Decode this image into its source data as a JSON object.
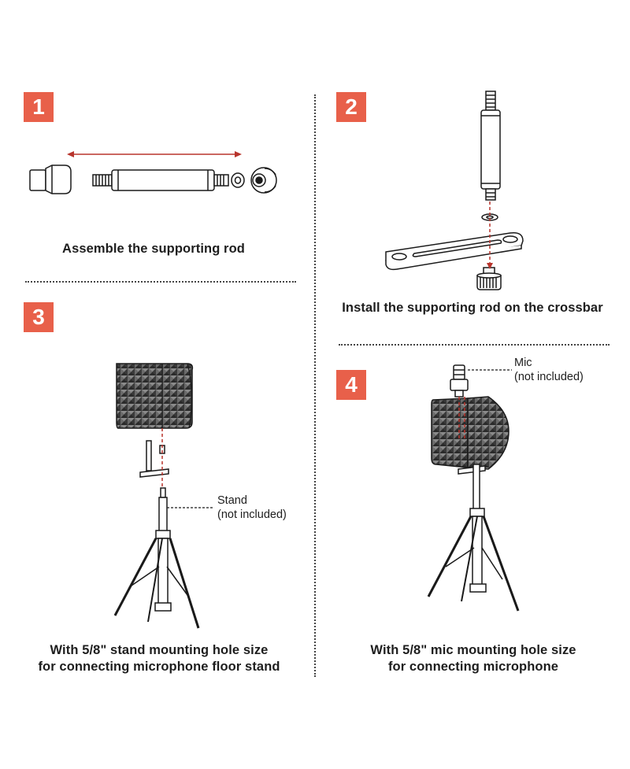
{
  "colors": {
    "accent": "#e8604a",
    "guide": "#b8342c",
    "line": "#1a1a1a"
  },
  "steps": [
    {
      "number": "1",
      "caption_lines": [
        "Assemble the supporting rod"
      ]
    },
    {
      "number": "2",
      "caption_lines": [
        "Install the supporting rod on the crossbar"
      ]
    },
    {
      "number": "3",
      "caption_lines": [
        "With 5/8\" stand mounting hole size",
        "for connecting microphone floor stand"
      ],
      "callout": {
        "title": "Stand",
        "note": "(not included)"
      }
    },
    {
      "number": "4",
      "caption_lines": [
        "With 5/8\" mic mounting hole size",
        "for connecting microphone"
      ],
      "callout": {
        "title": "Mic",
        "note": "(not included)"
      }
    }
  ]
}
